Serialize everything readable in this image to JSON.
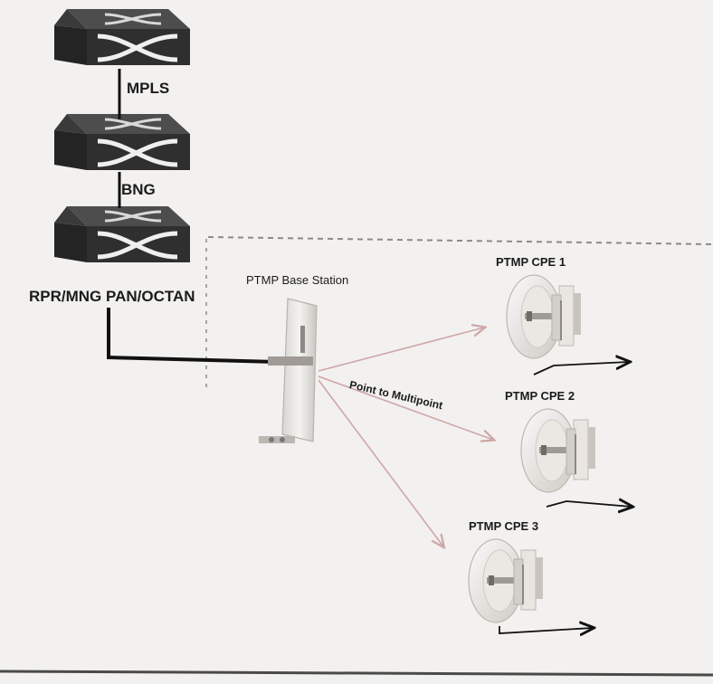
{
  "diagram": {
    "switches": [
      {
        "icon": "network-switch-icon",
        "label": "MPLS"
      },
      {
        "icon": "network-switch-icon",
        "label": "BNG"
      },
      {
        "icon": "network-switch-icon",
        "label": "RPR/MNG PAN/OCTAN"
      }
    ],
    "base_station": {
      "icon": "base-station-antenna-icon",
      "label": "PTMP Base Station"
    },
    "link_label": "Point to Multipoint",
    "cpes": [
      {
        "icon": "dish-antenna-icon",
        "label": "PTMP CPE 1"
      },
      {
        "icon": "dish-antenna-icon",
        "label": "PTMP CPE 2"
      },
      {
        "icon": "dish-antenna-icon",
        "label": "PTMP CPE 3"
      }
    ],
    "colors": {
      "background": "#f2f1ef",
      "switch_body": "#2e2e2e",
      "switch_top": "#4a4a4a",
      "wire": "#111111",
      "dashed_border": "#8a8a8a",
      "radio_link": "#c9a7a7",
      "device_body": "#e3e1dd"
    }
  }
}
